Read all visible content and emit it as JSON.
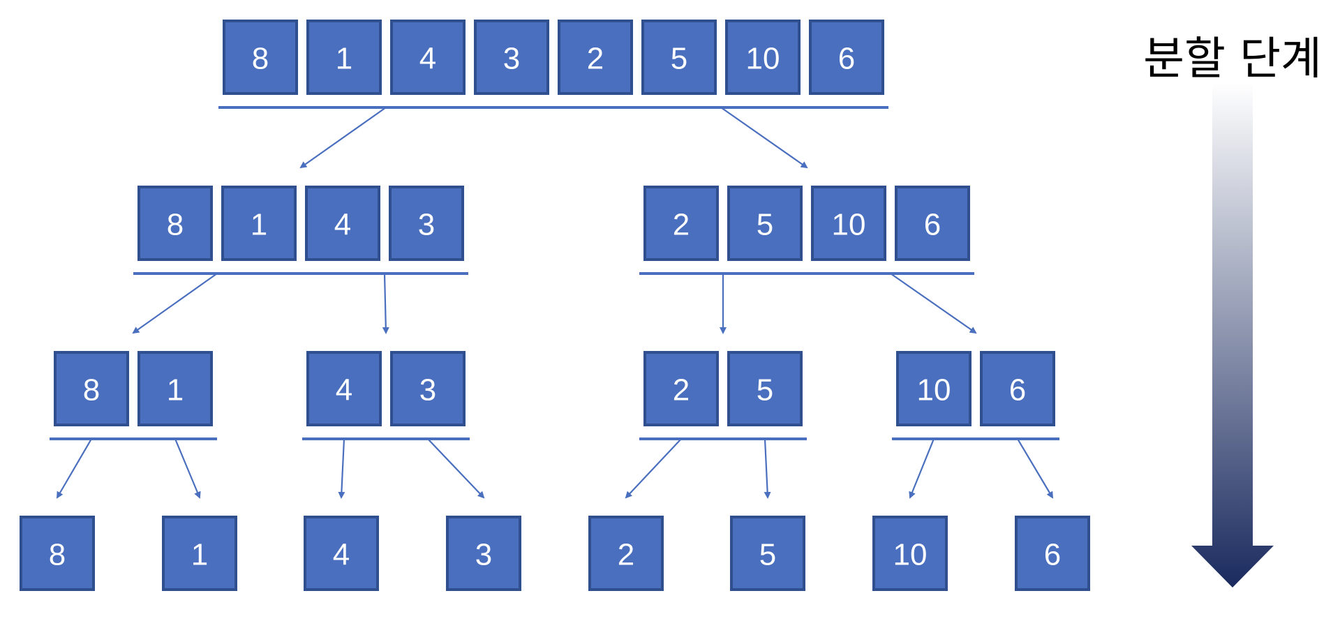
{
  "colors": {
    "box_fill": "#4a6fbe",
    "box_border": "#2f4f8f",
    "box_text": "#ffffff",
    "line": "#4a6fbe",
    "label_text": "#000000",
    "gradient_start": "#ffffff",
    "gradient_end": "#1a2a5e"
  },
  "stage_label": "분할 단계",
  "levels": [
    {
      "groups": [
        [
          "8",
          "1",
          "4",
          "3",
          "2",
          "5",
          "10",
          "6"
        ]
      ]
    },
    {
      "groups": [
        [
          "8",
          "1",
          "4",
          "3"
        ],
        [
          "2",
          "5",
          "10",
          "6"
        ]
      ]
    },
    {
      "groups": [
        [
          "8",
          "1"
        ],
        [
          "4",
          "3"
        ],
        [
          "2",
          "5"
        ],
        [
          "10",
          "6"
        ]
      ]
    },
    {
      "groups": [
        [
          "8"
        ],
        [
          "1"
        ],
        [
          "4"
        ],
        [
          "3"
        ],
        [
          "2"
        ],
        [
          "5"
        ],
        [
          "10"
        ],
        [
          "6"
        ]
      ]
    }
  ]
}
